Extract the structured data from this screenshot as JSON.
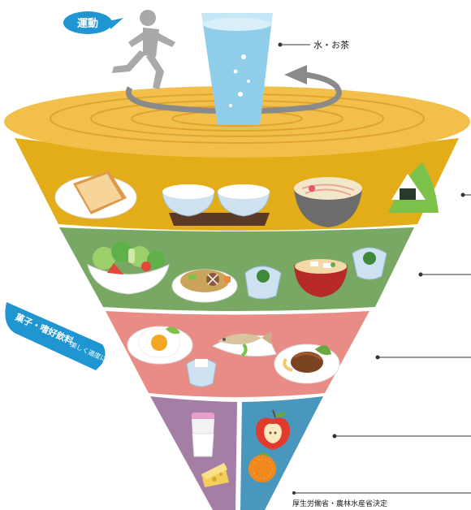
{
  "exercise_label": "運動",
  "water_tea_label": "水・お茶",
  "snacks_label": "菓子・嗜好飲料",
  "snacks_note": "楽しく適度に",
  "source_note": "厚生労働省・農林水産省決定",
  "colors": {
    "top_disk": "#f2c04a",
    "top_disk_rings": "#e0a42a",
    "grain_band": "#e2ad18",
    "vegetable_band": "#79a865",
    "main_dish_band": "#e98c86",
    "dairy_band": "#a57ea5",
    "fruit_band": "#4a97bd",
    "badge_blue": "#1f95d2",
    "runner": "#a9a9a9",
    "water": "#a9d9ef",
    "arrow_gray": "#8a8a8a"
  },
  "icons": [
    "runner-icon",
    "water-glass-icon",
    "rotation-arrow-icon",
    "bread-icon",
    "rice-bowl-icon",
    "noodle-bowl-icon",
    "onigiri-icon",
    "salad-icon",
    "stew-icon",
    "small-dish-icon",
    "soup-bowl-icon",
    "fried-egg-icon",
    "grilled-fish-icon",
    "hamburg-steak-icon",
    "milk-glass-icon",
    "cheese-icon",
    "apple-icon",
    "orange-icon"
  ]
}
